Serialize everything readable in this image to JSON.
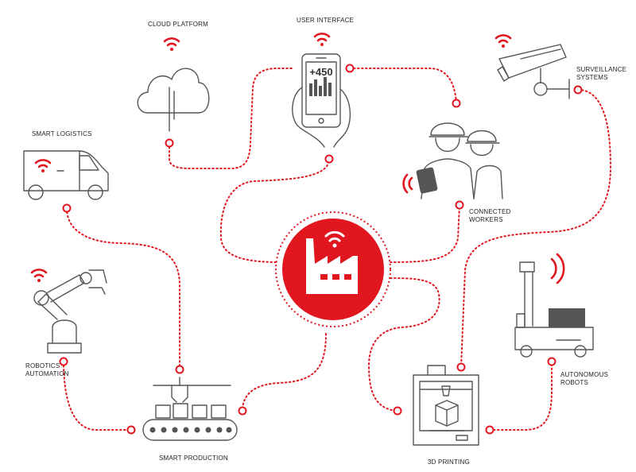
{
  "center": {
    "icon": "factory-wifi-icon",
    "color": "#e1161f"
  },
  "accent_color": "#e1161f",
  "nodes": {
    "cloud_platform": {
      "label": "CLOUD PLATFORM",
      "icon": "cloud-icon"
    },
    "user_interface": {
      "label": "USER INTERFACE",
      "icon": "smartphone-icon",
      "screen_value": "+450"
    },
    "surveillance": {
      "label_line1": "SURVEILLANCE",
      "label_line2": "SYSTEMS",
      "icon": "security-camera-icon"
    },
    "smart_logistics": {
      "label": "SMART LOGISTICS",
      "icon": "delivery-van-icon"
    },
    "connected_workers": {
      "label_line1": "CONNECTED",
      "label_line2": "WORKERS",
      "icon": "workers-icon"
    },
    "robotics": {
      "label_line1": "ROBOTICS",
      "label_line2": "AUTOMATION",
      "icon": "robot-arm-icon"
    },
    "autonomous_robots": {
      "label_line1": "AUTONOMOUS",
      "label_line2": "ROBOTS",
      "icon": "forklift-robot-icon"
    },
    "smart_production": {
      "label": "SMART PRODUCTION",
      "icon": "conveyor-belt-icon"
    },
    "printing_3d": {
      "label": "3D PRINTING",
      "icon": "3d-printer-icon"
    }
  }
}
